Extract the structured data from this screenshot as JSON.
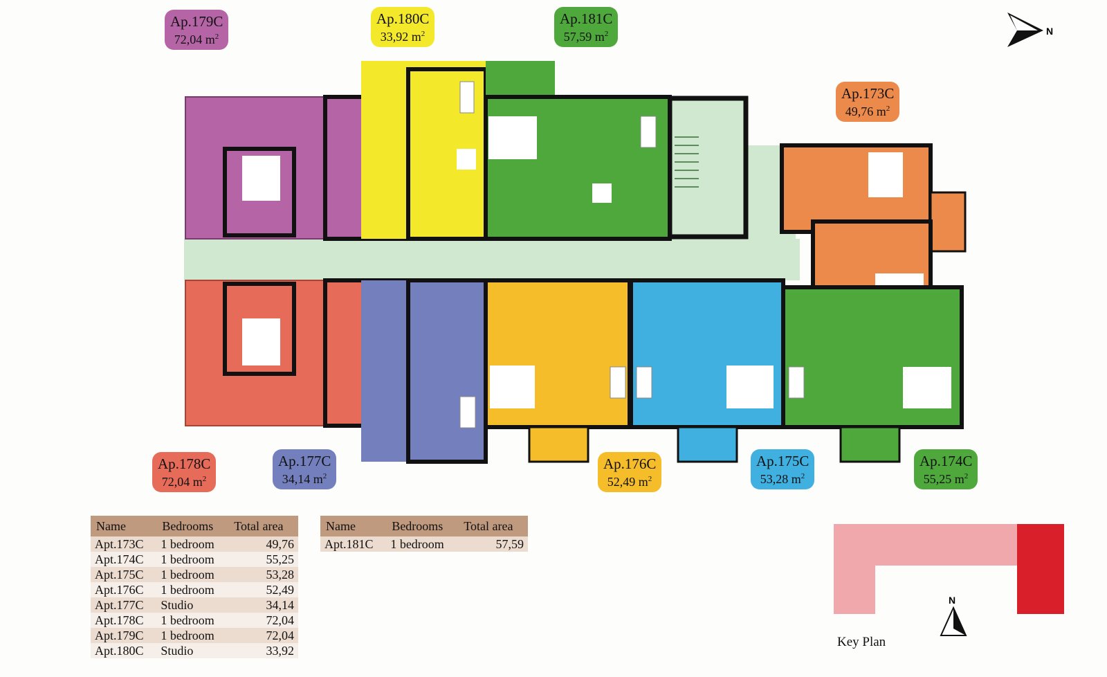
{
  "apartments": [
    {
      "id": "179C",
      "label": "Ap.179C",
      "area": "72,04 m",
      "color": "#b565a6"
    },
    {
      "id": "180C",
      "label": "Ap.180C",
      "area": "33,92 m",
      "color": "#f4e82a"
    },
    {
      "id": "181C",
      "label": "Ap.181C",
      "area": "57,59 m",
      "color": "#4ea83c"
    },
    {
      "id": "173C",
      "label": "Ap.173C",
      "area": "49,76 m",
      "color": "#ec8a4c"
    },
    {
      "id": "178C",
      "label": "Ap.178C",
      "area": "72,04 m",
      "color": "#e66b58"
    },
    {
      "id": "177C",
      "label": "Ap.177C",
      "area": "34,14 m",
      "color": "#7380bd"
    },
    {
      "id": "176C",
      "label": "Ap.176C",
      "area": "52,49 m",
      "color": "#f6bd2a"
    },
    {
      "id": "175C",
      "label": "Ap.175C",
      "area": "53,28 m",
      "color": "#3fb0e0"
    },
    {
      "id": "174C",
      "label": "Ap.174C",
      "area": "55,25 m",
      "color": "#4ea83c"
    }
  ],
  "area_unit_sup": "2",
  "corridor_color": "#cfe8cf",
  "table1": {
    "headers": [
      "Name",
      "Bedrooms",
      "Total area"
    ],
    "rows": [
      [
        "Apt.173C",
        "1 bedroom",
        "49,76"
      ],
      [
        "Apt.174C",
        "1 bedroom",
        "55,25"
      ],
      [
        "Apt.175C",
        "1 bedroom",
        "53,28"
      ],
      [
        "Apt.176C",
        "1 bedroom",
        "52,49"
      ],
      [
        "Apt.177C",
        "Studio",
        "34,14"
      ],
      [
        "Apt.178C",
        "1 bedroom",
        "72,04"
      ],
      [
        "Apt.179C",
        "1 bedroom",
        "72,04"
      ],
      [
        "Apt.180C",
        "Studio",
        "33,92"
      ]
    ]
  },
  "table2": {
    "headers": [
      "Name",
      "Bedrooms",
      "Total area"
    ],
    "rows": [
      [
        "Apt.181C",
        "1 bedroom",
        "57,59"
      ]
    ]
  },
  "keyplan": {
    "label": "Key Plan",
    "north": "N",
    "building_color": "#f0a8ac",
    "highlight_color": "#d9202a"
  },
  "compass": {
    "letter": "N"
  }
}
